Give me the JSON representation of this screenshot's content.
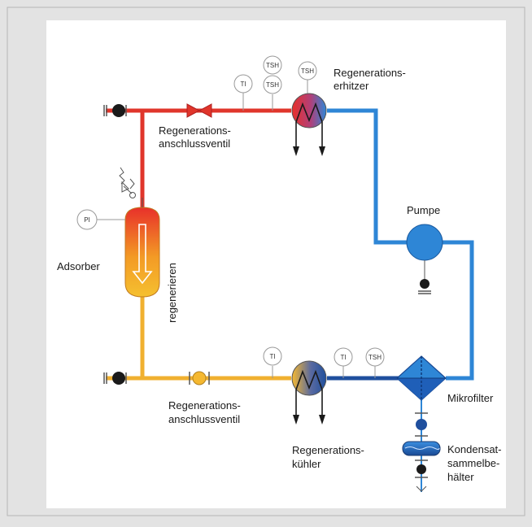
{
  "labels": {
    "adsorber": "Adsorber",
    "regenerieren": "regenerieren",
    "regen_valve_top_1": "Regenerations-",
    "regen_valve_top_2": "anschlussventil",
    "regen_valve_bottom_1": "Regenerations-",
    "regen_valve_bottom_2": "anschlussventil",
    "heater_1": "Regenerations-",
    "heater_2": "erhitzer",
    "pump": "Pumpe",
    "cooler_1": "Regenerations-",
    "cooler_2": "kühler",
    "microfilter": "Mikrofilter",
    "condensate_1": "Kondensat-",
    "condensate_2": "sammelbe-",
    "condensate_3": "hälter"
  },
  "instruments": {
    "pi": "PI",
    "ti_top": "TI",
    "tsh_top_upper": "TSH",
    "tsh_top_lower": "TSH",
    "tsh_heater": "TSH",
    "ti_cooler": "TI",
    "ti_bottom": "TI",
    "tsh_bottom": "TSH"
  },
  "colors": {
    "frame_bg": "#e3e3e3",
    "panel_bg": "#ffffff",
    "hot_line": "#e0352b",
    "warm_line": "#f0b030",
    "cold_line": "#2e86d6",
    "dark_line": "#1f4f9e",
    "instrument_stroke": "#999999"
  }
}
